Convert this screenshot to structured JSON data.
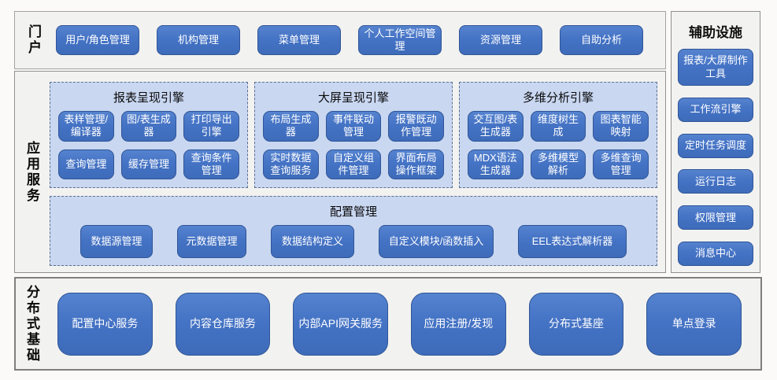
{
  "colors": {
    "node_fill": "#4472c4",
    "node_border": "#2f5597",
    "group_fill": "#c9d7f1",
    "group_border": "#5a6f93",
    "panel_fill": "#f2f2f0",
    "panel_border": "#8f8f8f",
    "node_text": "#ffffff"
  },
  "portal": {
    "label": "门户",
    "items": [
      "用户/角色管理",
      "机构管理",
      "菜单管理",
      "个人工作空间管理",
      "资源管理",
      "自助分析"
    ]
  },
  "app_services": {
    "label": "应用服务",
    "engines": [
      {
        "title": "报表呈现引擎",
        "items": [
          "表样管理/编译器",
          "图/表生成器",
          "打印导出引擎",
          "查询管理",
          "缓存管理",
          "查询条件管理"
        ]
      },
      {
        "title": "大屏呈现引擎",
        "items": [
          "布局生成器",
          "事件联动管理",
          "报警既动作管理",
          "实时数据查询服务",
          "自定义组件管理",
          "界面布局操作框架"
        ]
      },
      {
        "title": "多维分析引擎",
        "items": [
          "交互图/表生成器",
          "维度树生成",
          "图表智能映射",
          "MDX语法生成器",
          "多维模型解析",
          "多维查询管理"
        ]
      }
    ],
    "config": {
      "title": "配置管理",
      "items": [
        "数据源管理",
        "元数据管理",
        "数据结构定义",
        "自定义模块/函数插入",
        "EEL表达式解析器"
      ]
    }
  },
  "auxiliary": {
    "title": "辅助设施",
    "items": [
      "报表/大屏制作工具",
      "工作流引擎",
      "定时任务调度",
      "运行日志",
      "权限管理",
      "消息中心"
    ]
  },
  "foundation": {
    "label": "分布式基础",
    "items": [
      "配置中心服务",
      "内容仓库服务",
      "内部API网关服务",
      "应用注册/发现",
      "分布式基座",
      "单点登录"
    ]
  }
}
